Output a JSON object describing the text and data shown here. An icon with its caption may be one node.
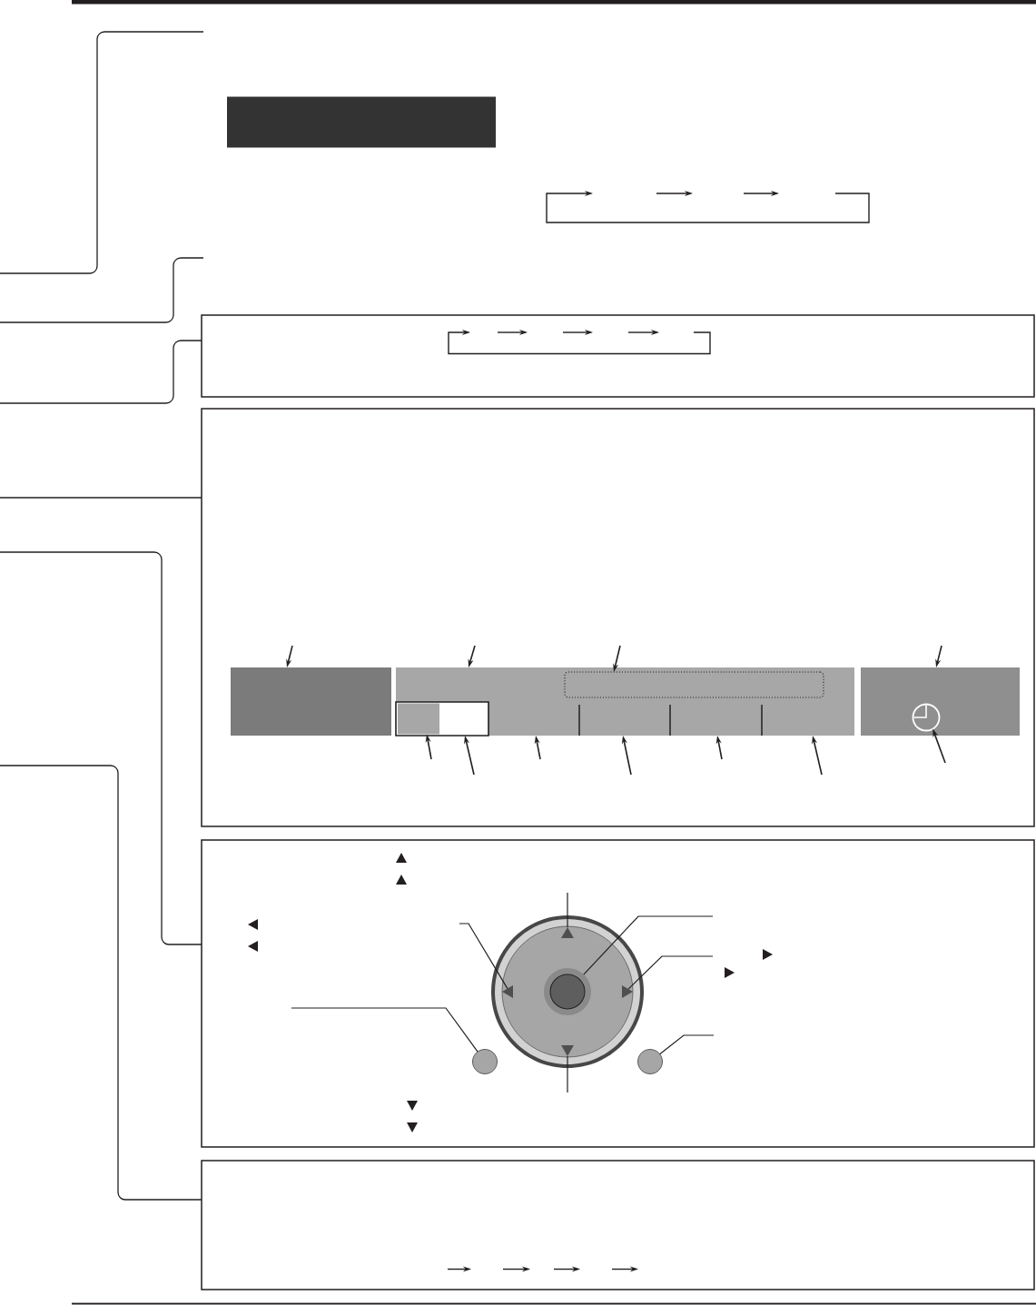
{
  "diagram": {
    "nodes": [
      {
        "text": [],
        "shape": "bar"
      },
      {
        "text": [],
        "shape": "box"
      },
      {
        "text": [],
        "shape": "box"
      },
      {
        "text": [],
        "shape": "box",
        "in": 2
      },
      {
        "text": [],
        "shape": "box",
        "in": 2
      },
      {
        "text": [],
        "shape": "box",
        "in": 4
      },
      {
        "text": [],
        "shape": "box",
        "in": 4
      },
      {
        "text": [],
        "shape": "box",
        "in": 6
      },
      {
        "text": [],
        "shape": "box",
        "in": 2
      },
      {
        "text": [],
        "shape": "clock",
        "in": 8
      },
      {
        "text": [],
        "shape": "box"
      },
      {
        "text": [],
        "shape": "circle",
        "in": 10
      },
      {
        "text": [],
        "shape": "triangle",
        "in": 11
      },
      {
        "text": [],
        "shape": "triangle",
        "in": 11
      },
      {
        "text": [],
        "shape": "circle",
        "in": 11
      },
      {
        "text": [],
        "shape": "triangle",
        "in": 11
      },
      {
        "text": [],
        "shape": "triangle",
        "in": 11
      },
      {
        "text": [],
        "shape": "circle",
        "in": 10
      },
      {
        "text": [],
        "shape": "circle",
        "in": 10
      },
      {
        "text": [],
        "shape": "box"
      }
    ],
    "edges": [
      {
        "from": null,
        "to": 1,
        "arrow": "none"
      },
      {
        "from": null,
        "to": 2,
        "arrow": "none"
      },
      {
        "from": null,
        "to": 10,
        "arrow": "none"
      },
      {
        "from": null,
        "to": 19,
        "arrow": "none"
      },
      {
        "from": null,
        "to": 3,
        "arrow": "to"
      },
      {
        "from": null,
        "to": 4,
        "arrow": "to"
      },
      {
        "from": null,
        "to": 5,
        "arrow": "to"
      },
      {
        "from": null,
        "to": 8,
        "arrow": "to"
      },
      {
        "from": null,
        "to": 7,
        "arrow": "to"
      },
      {
        "from": null,
        "to": 6,
        "arrow": "to"
      },
      {
        "from": null,
        "to": 4,
        "arrow": "to"
      },
      {
        "from": null,
        "to": 4,
        "arrow": "to"
      },
      {
        "from": null,
        "to": 4,
        "arrow": "to"
      },
      {
        "from": null,
        "to": 4,
        "arrow": "to"
      },
      {
        "from": null,
        "to": 9,
        "arrow": "to"
      },
      {
        "from": null,
        "to": 12,
        "arrow": "none"
      },
      {
        "from": null,
        "to": 13,
        "arrow": "none"
      },
      {
        "from": null,
        "to": 14,
        "arrow": "none"
      },
      {
        "from": null,
        "to": 15,
        "arrow": "none"
      },
      {
        "from": null,
        "to": 17,
        "arrow": "none"
      },
      {
        "from": null,
        "to": 18,
        "arrow": "none"
      },
      {
        "from": null,
        "to": 16,
        "arrow": "none"
      }
    ]
  }
}
